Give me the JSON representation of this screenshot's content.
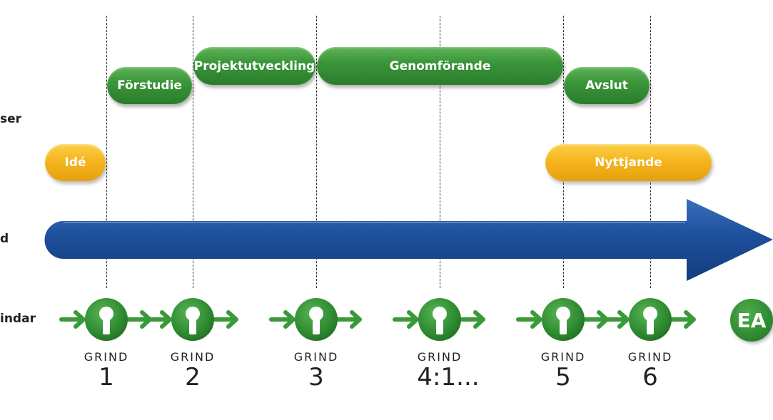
{
  "row_labels": {
    "phases": "ser",
    "time": "d",
    "gates": "indar"
  },
  "phases_top": [
    {
      "label": "Förstudie"
    },
    {
      "label": "Projektutveckling"
    },
    {
      "label": "Genomförande"
    },
    {
      "label": "Avslut"
    }
  ],
  "phases_bottom": [
    {
      "label": "Idé"
    },
    {
      "label": "Nyttjande"
    }
  ],
  "gates": [
    {
      "word": "GRIND",
      "number": "1"
    },
    {
      "word": "GRIND",
      "number": "2"
    },
    {
      "word": "GRIND",
      "number": "3"
    },
    {
      "word": "GRIND",
      "number": "4:1..."
    },
    {
      "word": "GRIND",
      "number": "5"
    },
    {
      "word": "GRIND",
      "number": "6"
    }
  ],
  "end_badge": "EA",
  "colors": {
    "green": "#3b963a",
    "yellow": "#f5b51c",
    "blue_arrow": "#1d4f9c",
    "gate_arrow": "#3a9a3a"
  }
}
